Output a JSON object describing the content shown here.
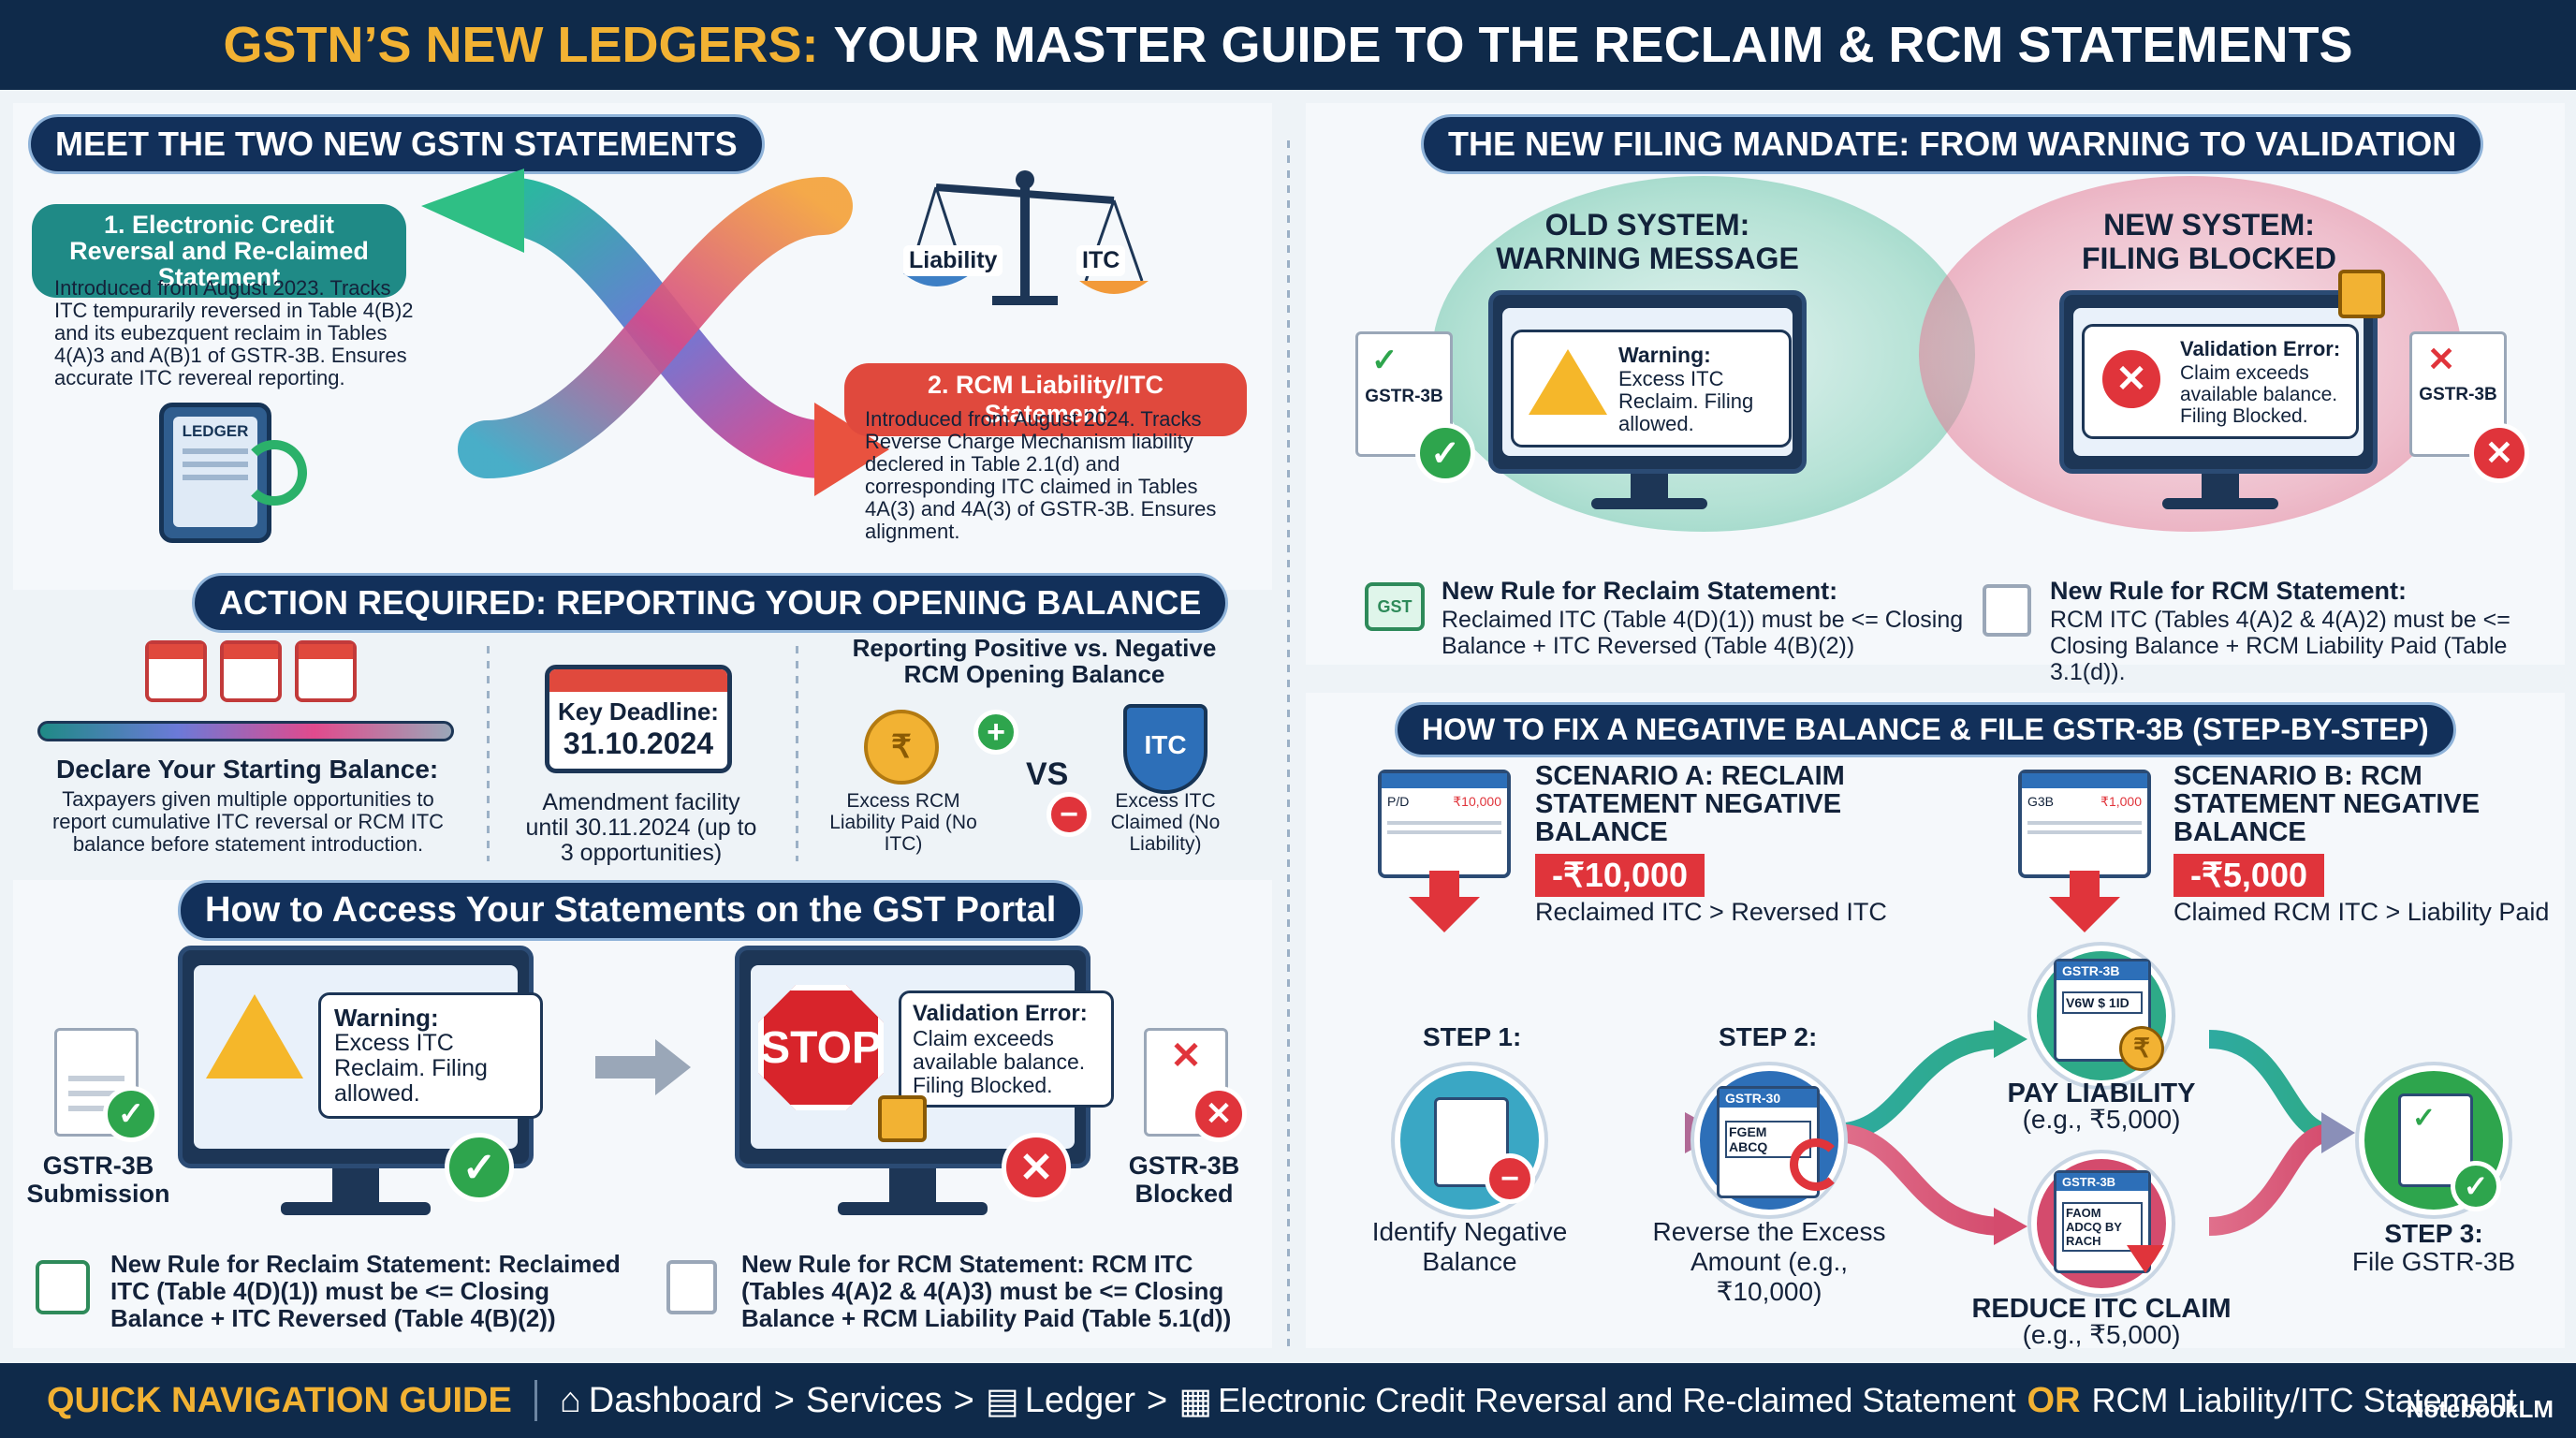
{
  "title": {
    "part1": "GSTN’S NEW LEDGERS:",
    "part2": "YOUR MASTER GUIDE TO THE RECLAIM & RCM STATEMENTS"
  },
  "meet": {
    "heading": "MEET THE TWO NEW GSTN STATEMENTS",
    "stmt1_title": "1. Electronic Credit Reversal and Re-claimed Statement",
    "stmt1_text": "Introduced from August 2023. Tracks ITC tempurarily reversed in Table 4(B)2 and its eubezquent reclaim in Tables 4(A)3 and A(B)1 of GSTR-3B. Ensures accurate ITC revereal reporting.",
    "ledger_label": "LEDGER",
    "scale_left": "Liability",
    "scale_right": "ITC",
    "stmt2_title": "2. RCM Liability/ITC Statement",
    "stmt2_text": "Introduced from August 2024. Tracks Reverse Charge Mechanism liability declered in Table 2.1(d) and corresponding ITC claimed in Tables 4A(3) and 4A(3) of GSTR-3B. Ensures alignment."
  },
  "action": {
    "heading": "ACTION REQUIRED: REPORTING YOUR OPENING BALANCE",
    "declare_title": "Declare Your Starting Balance:",
    "declare_text": "Taxpayers given multiple opportunities to report cumulative ITC reversal or RCM ITC balance before statement introduction.",
    "deadline_label": "Key Deadline:",
    "deadline_date": "31.10.2024",
    "amend_text": "Amendment facility until 30.11.2024 (up to 3 opportunities)",
    "posneg_title": "Reporting Positive vs. Negative RCM Opening Balance",
    "pos_label": "Excess RCM Liability Paid (No ITC)",
    "vs": "VS",
    "itc_shield": "ITC",
    "neg_label": "Excess ITC Claimed (No Liability)"
  },
  "access": {
    "heading": "How to Access Your Statements on the GST Portal",
    "gstr_submission": "GSTR-3B Submission",
    "warn_title": "Warning:",
    "warn_text": "Excess ITC Reclaim. Filing allowed.",
    "stop": "STOP",
    "val_title": "Validation Error:",
    "val_text": "Claim exceeds available balance. Filing Blocked.",
    "gstr_blocked": "GSTR-3B Blocked",
    "rule1": "New Rule for Reclaim Statement: Reclaimed ITC (Table 4(D)(1)) must be <= Closing Balance + ITC Reversed (Table 4(B)(2))",
    "rule2": "New Rule for RCM Statement: RCM ITC (Tables 4(A)2 & 4(A)3) must be <= Closing Balance + RCM Liability Paid (Table 5.1(d))"
  },
  "mandate": {
    "heading": "THE NEW FILING MANDATE: FROM WARNING TO VALIDATION",
    "old_title": "OLD SYSTEM: WARNING MESSAGE",
    "new_title": "NEW SYSTEM: FILING BLOCKED",
    "gstr": "GSTR-3B",
    "warn_title": "Warning:",
    "warn_text": "Excess ITC Reclaim. Filing allowed.",
    "val_title": "Validation Error:",
    "val_text": "Claim exceeds available balance. Filing Blocked.",
    "rule1_title": "New Rule for Reclaim Statement:",
    "rule1_text": "Reclaimed ITC (Table 4(D)(1)) must be <= Closing Balance + ITC Reversed (Table 4(B)(2))",
    "rule2_title": "New Rule for RCM Statement:",
    "rule2_text": "RCM ITC (Tables 4(A)2 & 4(A)2) must be <= Closing Balance + RCM Liability Paid (Table 3.1(d)).",
    "icon_text": "GST"
  },
  "fix": {
    "heading": "HOW TO FIX A NEGATIVE BALANCE & FILE GSTR-3B (STEP-BY-STEP)",
    "a_title": "SCENARIO A: RECLAIM STATEMENT NEGATIVE BALANCE",
    "a_amount": "-₹10,000",
    "a_sub": "Reclaimed ITC > Reversed ITC",
    "a_sheet": "₹10,000",
    "a_sheet_tag": "P/D",
    "b_title": "SCENARIO B: RCM STATEMENT NEGATIVE BALANCE",
    "b_amount": "-₹5,000",
    "b_sub": "Claimed RCM ITC > Liability Paid",
    "b_sheet": "₹1,000",
    "b_sheet_tag": "G3B",
    "step1": "STEP 1:",
    "step1_text": "Identify Negative Balance",
    "step2": "STEP 2:",
    "step2_text": "Reverse the Excess Amount (e.g., ₹10,000)",
    "step2_doc": "GSTR-30",
    "step2_form": "FGEM ABCQ",
    "pay_doc": "GSTR-3B",
    "pay_form": "V6W $ 1ID",
    "pay": "PAY LIABILITY",
    "pay_eg": "(e.g., ₹5,000)",
    "reduce_doc": "GSTR-3B",
    "reduce_form": "FAOM ADCQ BY RACH",
    "reduce": "REDUCE ITC CLAIM",
    "reduce_eg": "(e.g., ₹5,000)",
    "step3": "STEP 3:",
    "step3_text": "File GSTR-3B"
  },
  "nav": {
    "label": "QUICK NAVIGATION GUIDE",
    "dashboard": "Dashboard",
    "services": "Services",
    "ledger": "Ledger",
    "ecr": "Electronic Credit Reversal and Re-claimed Statement",
    "or": "OR",
    "rcm": "RCM Liability/ITC Statement",
    "chevron": ">"
  },
  "watermark": "NotebookLM",
  "colors": {
    "navy": "#0f2a4a",
    "gold": "#f2b233",
    "teal": "#1f8a86",
    "red": "#e0493d",
    "green": "#2ea54d"
  }
}
